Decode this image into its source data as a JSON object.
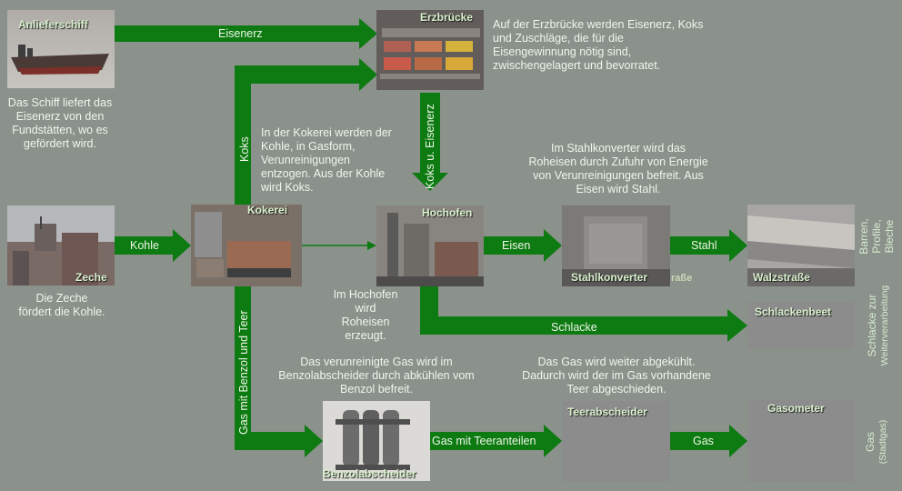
{
  "nodes": {
    "ship": "Anlieferschiff",
    "bridge": "Erzbrücke",
    "coking": "Kokerei",
    "mine": "Zeche",
    "furnace": "Hochofen",
    "converter": "Stahlkonverter",
    "converter_ghost": "raße",
    "rolling": "Walzstraße",
    "slag_bed": "Schlackenbeet",
    "benzol": "Benzolabscheider",
    "tar": "Teerabscheider",
    "gasometer": "Gasometer"
  },
  "flows": {
    "ore": "Eisenerz",
    "coke": "Koks",
    "coke_ore": "Koks u. Eisenerz",
    "coal": "Kohle",
    "iron": "Eisen",
    "steel": "Stahl",
    "slag": "Schlacke",
    "benzol_tar": "Gas mit Benzol und Teer",
    "gas_tar": "Gas mit Teeranteilen",
    "gas": "Gas"
  },
  "descriptions": {
    "ship": "Das Schiff liefert das Eisenerz von den Fundstätten, wo es gefördert wird.",
    "bridge": "Auf der Erzbrücke werden Eisenerz, Koks und Zuschläge, die für die Eisengewinnung nötig sind, zwischengelagert und bevorratet.",
    "coking": "In der Kokerei werden der Kohle, in Gasform, Verunreinigungen entzogen. Aus der Kohle wird Koks.",
    "converter": "Im Stahlkonverter wird das Roheisen durch Zufuhr von Energie von Verunreinigungen befreit. Aus Eisen wird Stahl.",
    "mine": "Die Zeche fördert die Kohle.",
    "furnace": "Im Hochofen wird Roheisen erzeugt.",
    "benzol": "Das verunreinigte Gas wird im Benzolabscheider durch abkühlen vom Benzol befreit.",
    "tar": "Das Gas wird weiter abgekühlt. Dadurch wird der im Gas vorhandene Teer abgeschieden."
  },
  "side_labels": {
    "products_line1": "Barren,",
    "products_line2": "Profile,",
    "products_line3": "Bleche",
    "slag_line1": "Schlacke zur",
    "slag_line2": "Weiterverarbeitung",
    "gas_line1": "Gas",
    "gas_line2": "(Stadtgas)"
  },
  "colors": {
    "background": "#8b918b",
    "arrow": "#0e7a12",
    "node_box": "#8c8c8c",
    "text": "#eff7ea",
    "title": "#d8f0cc"
  }
}
